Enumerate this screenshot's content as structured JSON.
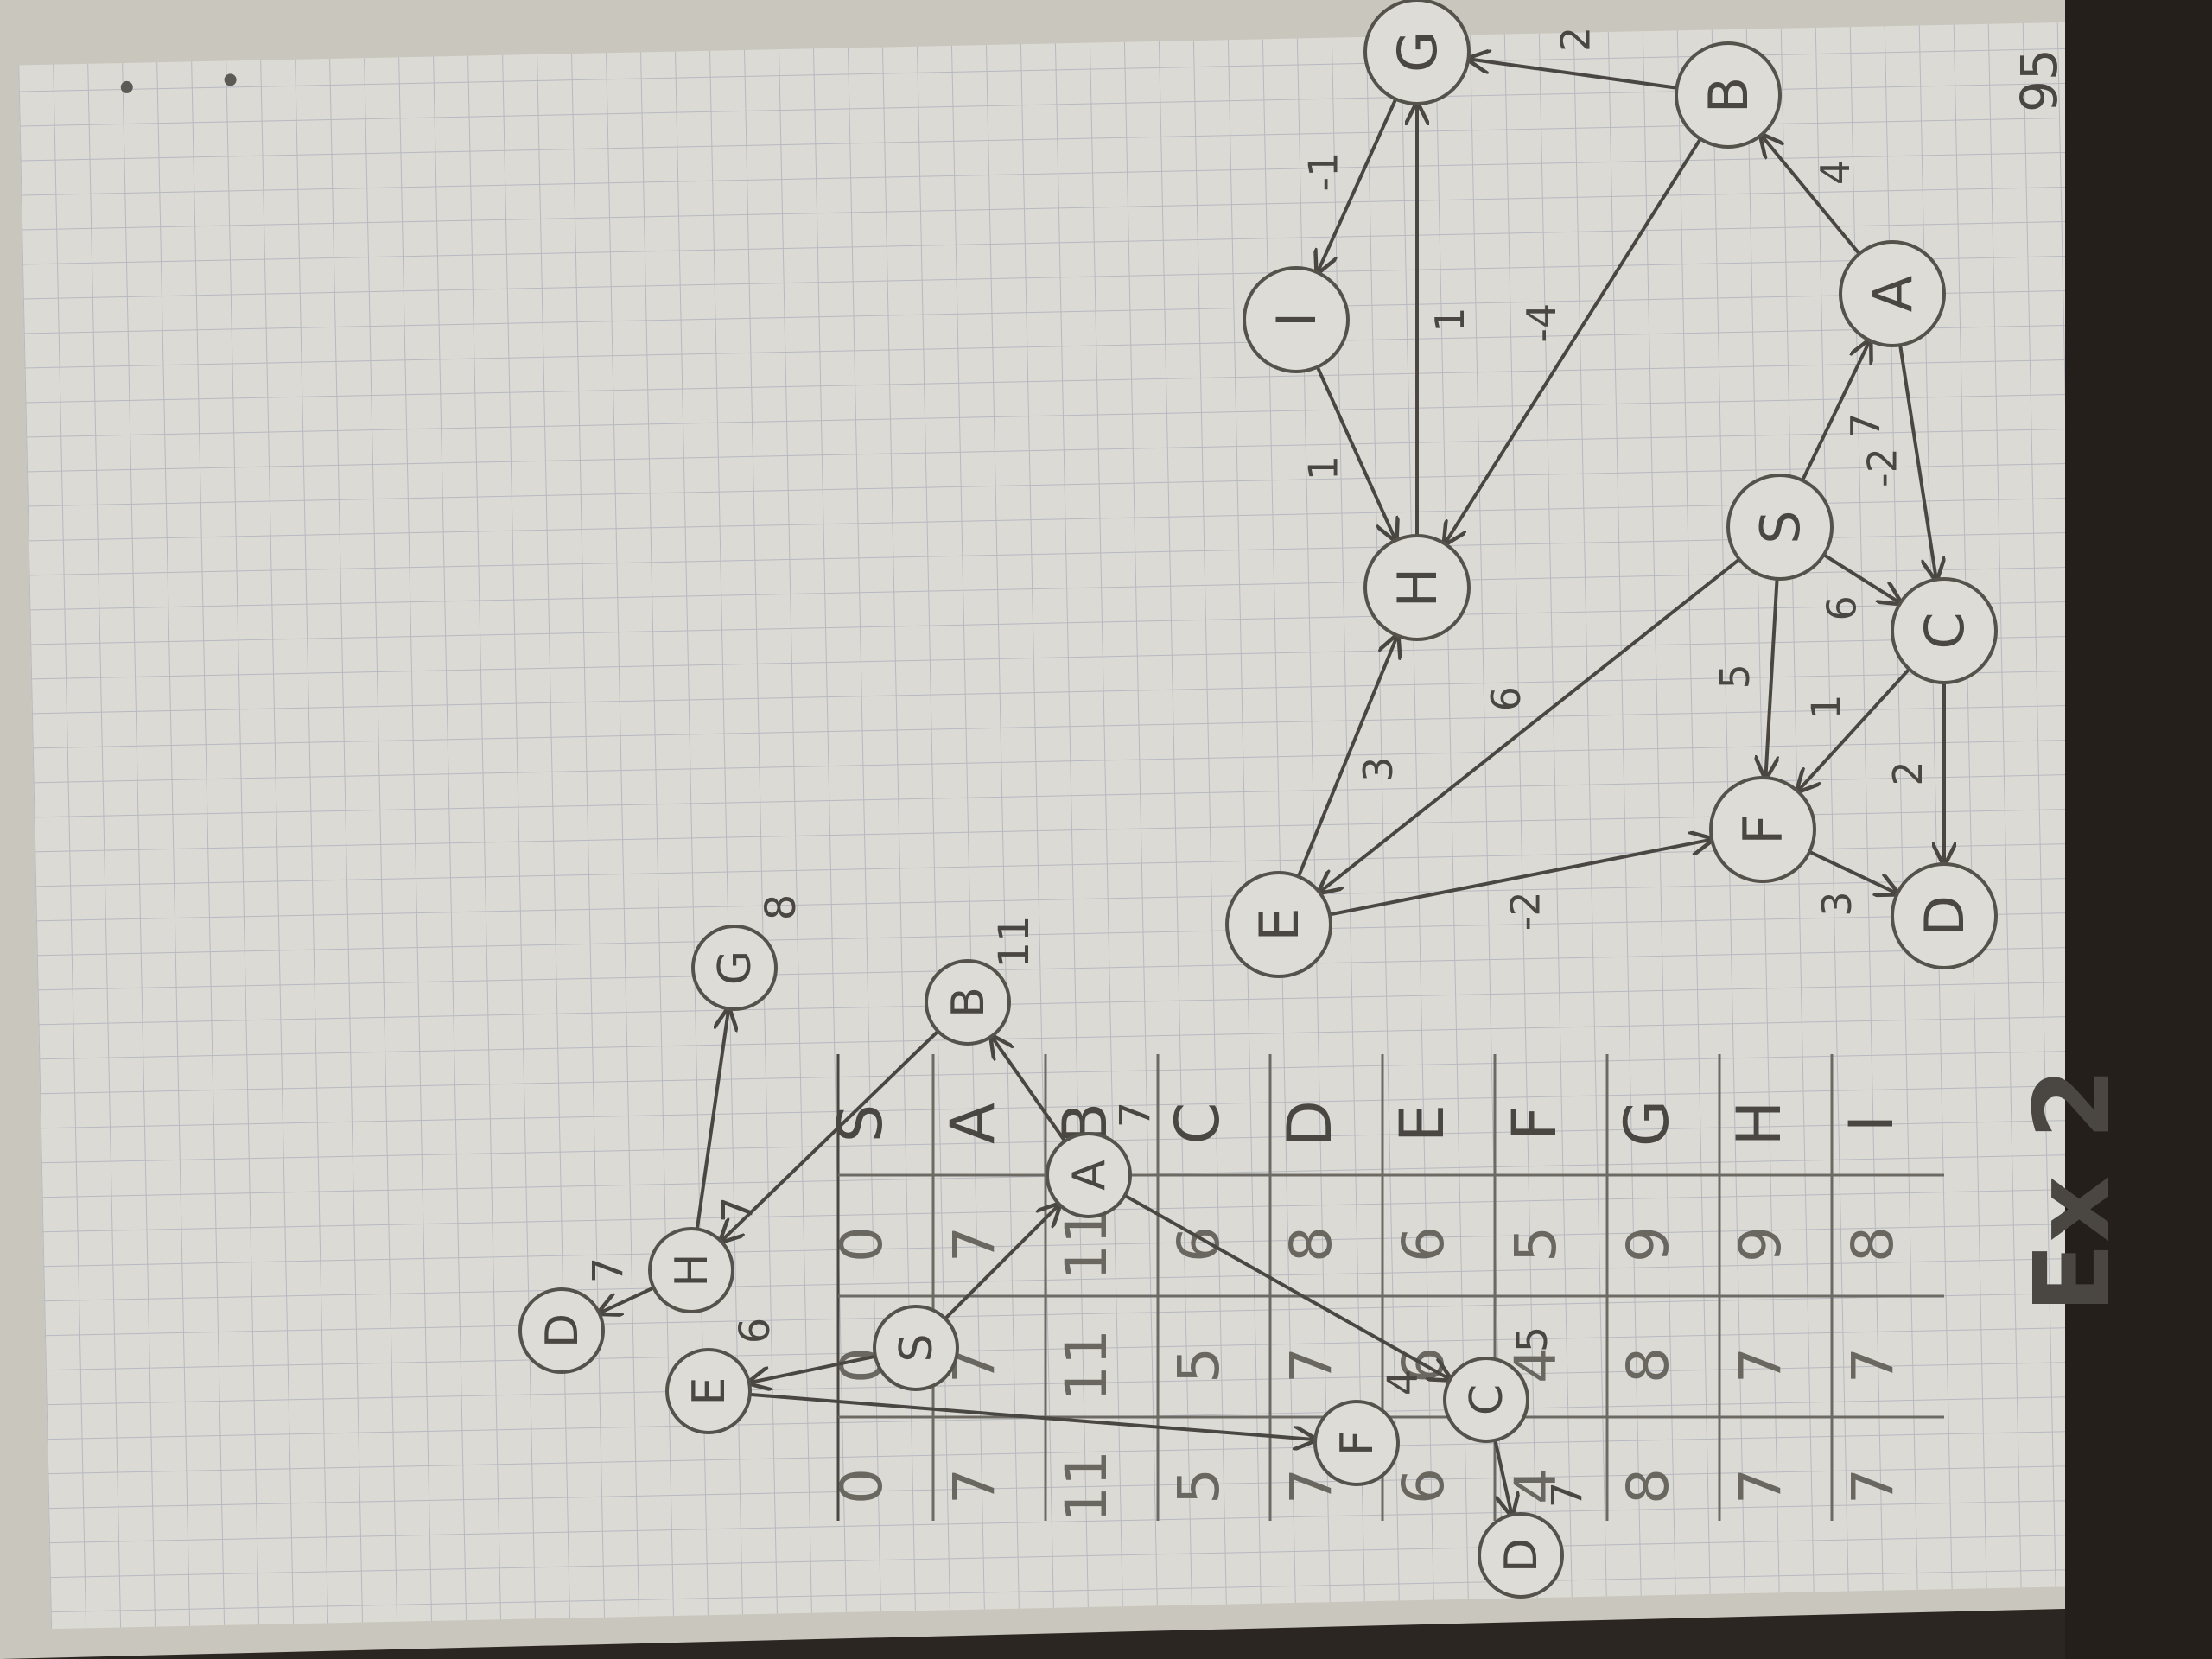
{
  "photo": {
    "colors": {
      "background": "#2b2621",
      "paper": "#dcdad4",
      "grid_line": "#b7b9c1",
      "pencil": "#4a4742",
      "pencil_light": "#8a8680"
    }
  },
  "page": {
    "title": "Ex 2",
    "page_number": "95"
  },
  "graph_top": {
    "nodes": [
      "A",
      "B",
      "C",
      "D",
      "E",
      "F",
      "G",
      "H",
      "I",
      "S"
    ],
    "edges": [
      {
        "from": "S",
        "to": "A",
        "weight": "7"
      },
      {
        "from": "S",
        "to": "C",
        "weight": "6"
      },
      {
        "from": "S",
        "to": "F",
        "weight": "5"
      },
      {
        "from": "S",
        "to": "E",
        "weight": "6"
      },
      {
        "from": "A",
        "to": "B",
        "weight": "4"
      },
      {
        "from": "A",
        "to": "C",
        "weight": "-2"
      },
      {
        "from": "B",
        "to": "G",
        "weight": "2"
      },
      {
        "from": "B",
        "to": "H",
        "weight": "-4"
      },
      {
        "from": "G",
        "to": "I",
        "weight": "-1"
      },
      {
        "from": "I",
        "to": "H",
        "weight": "1"
      },
      {
        "from": "H",
        "to": "G",
        "weight": "1"
      },
      {
        "from": "E",
        "to": "H",
        "weight": "3"
      },
      {
        "from": "E",
        "to": "F",
        "weight": "-2"
      },
      {
        "from": "C",
        "to": "F",
        "weight": "1"
      },
      {
        "from": "C",
        "to": "D",
        "weight": "2"
      },
      {
        "from": "F",
        "to": "D",
        "weight": "3"
      }
    ]
  },
  "table": {
    "headers": [
      "S",
      "A",
      "B",
      "C",
      "D",
      "E",
      "F",
      "G",
      "H",
      "I"
    ],
    "rows": [
      [
        "0",
        "7",
        "11",
        "6",
        "8",
        "6",
        "5",
        "9",
        "9",
        "8"
      ],
      [
        "0",
        "7",
        "11",
        "5",
        "7",
        "6",
        "4",
        "8",
        "7",
        "7"
      ],
      [
        "0",
        "7",
        "11",
        "5",
        "7",
        "6",
        "4",
        "8",
        "7",
        "7"
      ]
    ]
  },
  "graph_bottom": {
    "nodes": [
      {
        "id": "S",
        "label": "S",
        "dist": ""
      },
      {
        "id": "A",
        "label": "A",
        "dist": "7"
      },
      {
        "id": "B",
        "label": "B",
        "dist": "11"
      },
      {
        "id": "C",
        "label": "C",
        "dist": "5"
      },
      {
        "id": "D",
        "label": "D",
        "dist": "7"
      },
      {
        "id": "E",
        "label": "E",
        "dist": "6"
      },
      {
        "id": "F",
        "label": "F",
        "dist": "4"
      },
      {
        "id": "G",
        "label": "G",
        "dist": "8"
      },
      {
        "id": "H",
        "label": "H",
        "dist": "7"
      },
      {
        "id": "I",
        "label": "D",
        "dist": "7"
      }
    ],
    "edges": [
      {
        "from": "S",
        "to": "A"
      },
      {
        "from": "S",
        "to": "E"
      },
      {
        "from": "A",
        "to": "B"
      },
      {
        "from": "A",
        "to": "C"
      },
      {
        "from": "B",
        "to": "H"
      },
      {
        "from": "C",
        "to": "D"
      },
      {
        "from": "E",
        "to": "F"
      },
      {
        "from": "H",
        "to": "G"
      },
      {
        "from": "H",
        "to": "I"
      }
    ]
  }
}
